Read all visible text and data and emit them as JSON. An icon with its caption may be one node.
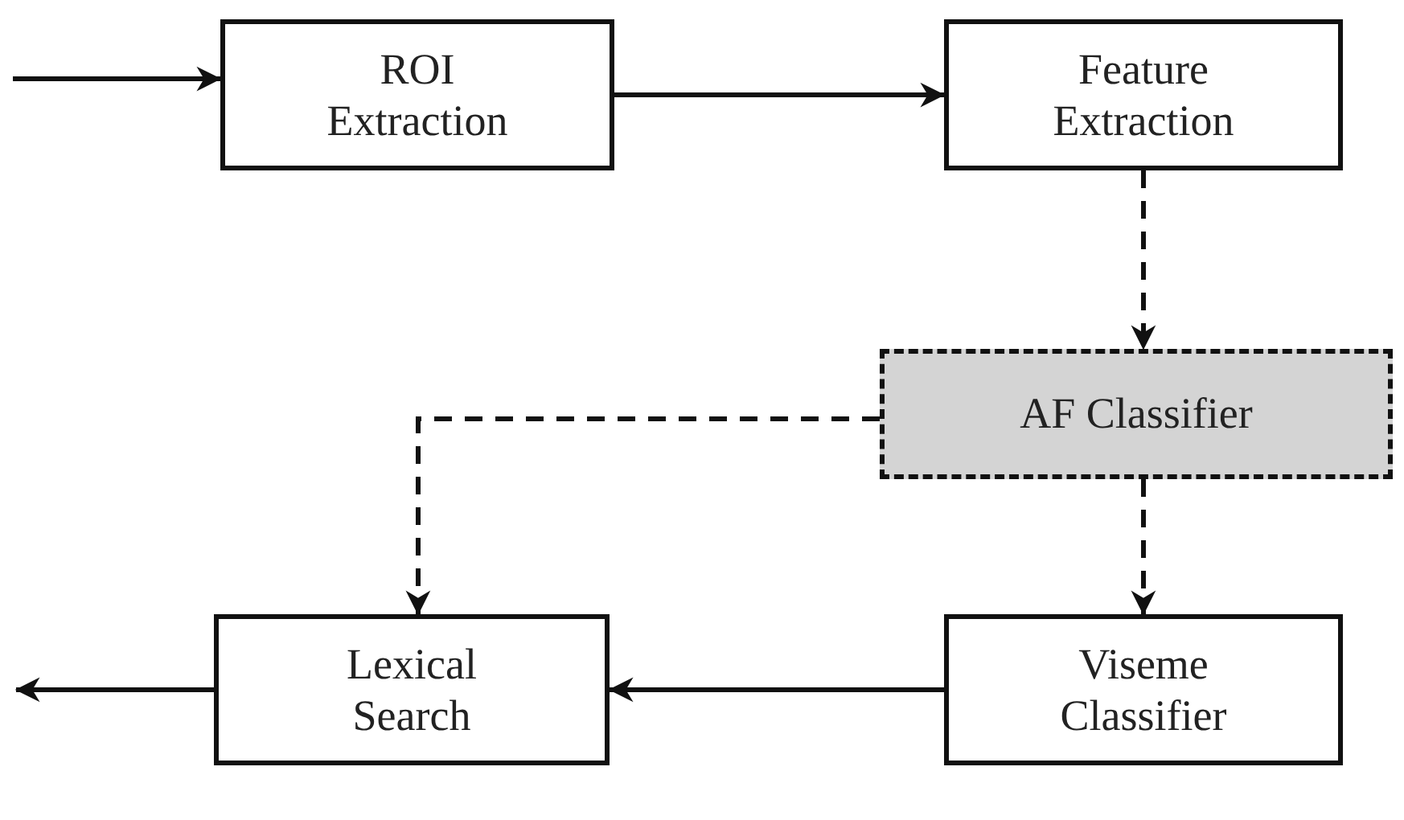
{
  "diagram": {
    "nodes": [
      {
        "text": [
          "ROI Extraction"
        ]
      },
      {
        "text": [
          "Feature Extraction"
        ]
      },
      {
        "text": [
          "AF Classifier"
        ]
      },
      {
        "text": [
          "Lexical Search"
        ]
      },
      {
        "text": [
          "Viseme Classifier"
        ]
      }
    ],
    "edges": [
      {
        "from": null,
        "to": 0,
        "arrow": "to"
      },
      {
        "from": 0,
        "to": 1,
        "arrow": "to"
      },
      {
        "from": 1,
        "to": 2,
        "arrow": "to",
        "style": "dashed"
      },
      {
        "from": 2,
        "to": 3,
        "arrow": "to",
        "style": "dashed"
      },
      {
        "from": 2,
        "to": 4,
        "arrow": "to",
        "style": "dashed"
      },
      {
        "from": 4,
        "to": 3,
        "arrow": "to"
      },
      {
        "from": 3,
        "to": null,
        "arrow": "to"
      }
    ]
  }
}
